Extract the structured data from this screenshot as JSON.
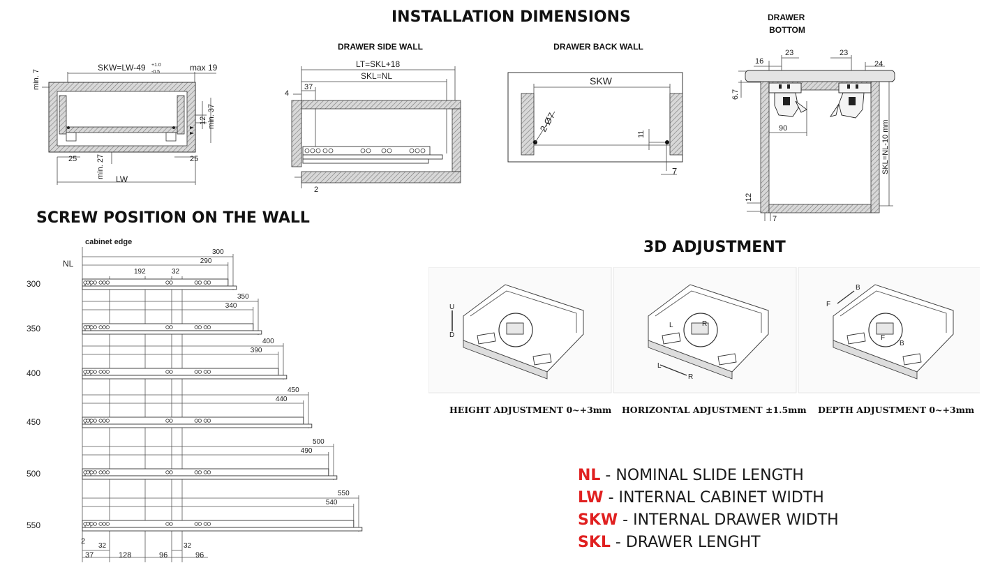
{
  "titles": {
    "installation": "INSTALLATION DIMENSIONS",
    "screw": "SCREW POSITION ON THE WALL",
    "adjustment": "3D ADJUSTMENT"
  },
  "subtitles": {
    "side_wall": "DRAWER SIDE WALL",
    "back_wall": "DRAWER BACK WALL",
    "bottom_line1": "DRAWER",
    "bottom_line2": "BOTTOM"
  },
  "front_view": {
    "skw": "SKW=LW-49",
    "tol_plus": "+1.0",
    "tol_minus": "-0.5",
    "max19": "max 19",
    "min7": "min. 7",
    "v12": "12",
    "min37": "min. 37",
    "h25_left": "25",
    "h25_right": "25",
    "min27": "min. 27",
    "lw": "LW"
  },
  "side_view": {
    "lt": "LT=SKL+18",
    "skl": "SKL=NL",
    "d4": "4",
    "d37": "37",
    "d2": "2"
  },
  "back_view": {
    "skw": "SKW",
    "hole": "2-Ø7",
    "d11": "11",
    "d7": "7"
  },
  "bottom_view": {
    "d16": "16",
    "d23a": "23",
    "d23b": "23",
    "d24": "24",
    "d67": "6.7",
    "d90": "90",
    "skl": "SKL=NL-10 mm",
    "d12": "12",
    "d7": "7"
  },
  "screw_chart": {
    "cabinet_edge": "cabinet edge",
    "nl_label": "NL",
    "rows": [
      {
        "nl": "300",
        "top": "300",
        "second": "290",
        "extra": [
          "192",
          "32"
        ]
      },
      {
        "nl": "350",
        "top": "350",
        "second": "340",
        "extra": []
      },
      {
        "nl": "400",
        "top": "400",
        "second": "390",
        "extra": []
      },
      {
        "nl": "450",
        "top": "450",
        "second": "440",
        "extra": []
      },
      {
        "nl": "500",
        "top": "500",
        "second": "490",
        "extra": []
      },
      {
        "nl": "550",
        "top": "550",
        "second": "540",
        "extra": []
      }
    ],
    "bottom_small": {
      "two": "2",
      "a32": "32",
      "b32": "32"
    },
    "bottom_dims": [
      "37",
      "128",
      "96",
      "96"
    ]
  },
  "adjustments": [
    {
      "caption": "HEIGHT ADJUSTMENT 0~+3mm",
      "marks": [
        "U",
        "D"
      ]
    },
    {
      "caption": "HORIZONTAL ADJUSTMENT ±1.5mm",
      "marks": [
        "L",
        "R",
        "L",
        "R"
      ]
    },
    {
      "caption": "DEPTH ADJUSTMENT 0~+3mm",
      "marks": [
        "B",
        "F",
        "F",
        "B"
      ]
    }
  ],
  "legend": [
    {
      "abbr": "NL",
      "desc": " - NOMINAL SLIDE LENGTH"
    },
    {
      "abbr": "LW",
      "desc": " - INTERNAL CABINET WIDTH"
    },
    {
      "abbr": "SKW",
      "desc": " - INTERNAL DRAWER WIDTH"
    },
    {
      "abbr": "SKL",
      "desc": " - DRAWER LENGHT"
    }
  ],
  "colors": {
    "accent": "#e02020",
    "hatch": "#8a8a8a",
    "line": "#333333"
  }
}
